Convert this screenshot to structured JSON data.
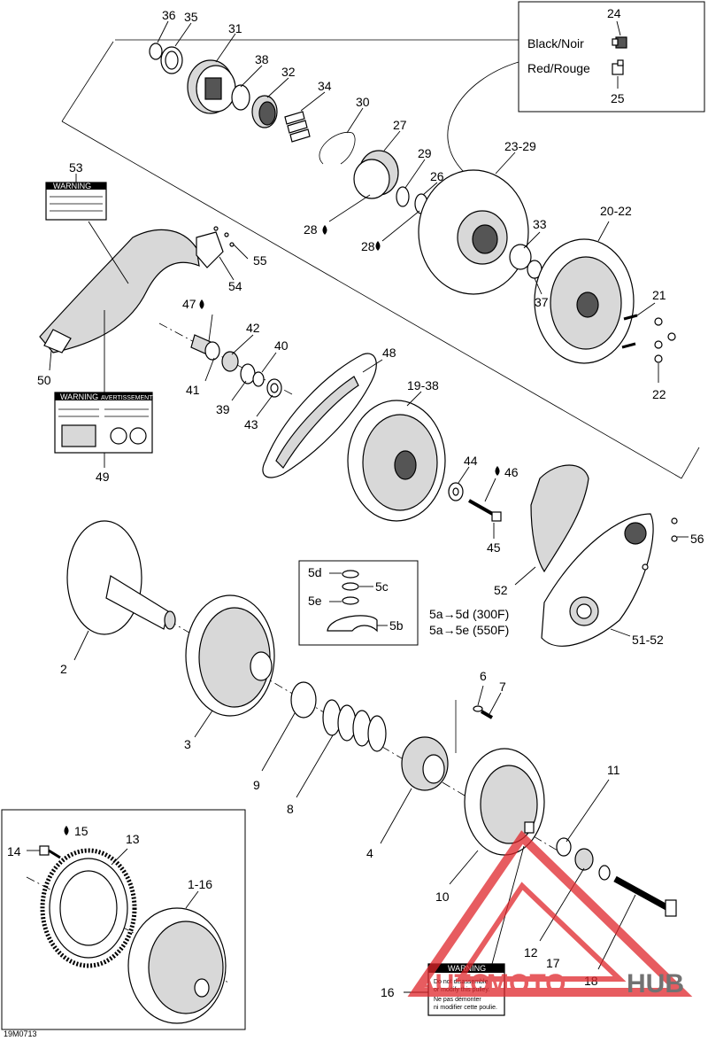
{
  "figure_id": "19M0713",
  "legend": {
    "black_label": "Black/Noir",
    "red_label": "Red/Rouge",
    "black_ref": "24",
    "red_ref": "25"
  },
  "callouts": {
    "c36": "36",
    "c35": "35",
    "c31": "31",
    "c38": "38",
    "c32": "32",
    "c34": "34",
    "c30": "30",
    "c27": "27",
    "c29": "29",
    "c26": "26",
    "c2329": "23-29",
    "c28a": "28",
    "c28b": "28",
    "c33": "33",
    "c2022": "20-22",
    "c37": "37",
    "c21": "21",
    "c22": "22",
    "c53": "53",
    "c55": "55",
    "c54": "54",
    "c47": "47",
    "c42": "42",
    "c40": "40",
    "c41": "41",
    "c39": "39",
    "c43": "43",
    "c48": "48",
    "c1938": "19-38",
    "c50": "50",
    "c49": "49",
    "c44": "44",
    "c46": "46",
    "c45": "45",
    "c56": "56",
    "c52": "52",
    "c5152": "51-52",
    "c2": "2",
    "c3": "3",
    "c9": "9",
    "c8": "8",
    "c4": "4",
    "c6": "6",
    "c7": "7",
    "c10": "10",
    "c11": "11",
    "c12": "12",
    "c17": "17",
    "c18": "18",
    "c14": "14",
    "c15": "15",
    "c13": "13",
    "c116": "1-16",
    "c16": "16"
  },
  "shim_box": {
    "c5d": "5d",
    "c5c": "5c",
    "c5e": "5e",
    "c5b": "5b",
    "note_300": "5a→5d (300F)",
    "note_550": "5a→5e (550F)"
  },
  "decals": {
    "top_warning": "WARNING",
    "mid_warning": "WARNING",
    "mid_avert": "AVERTISSEMENT",
    "bottom_warning": "WARNING",
    "bottom_line1": "Do not disassemble",
    "bottom_line2": "or modify this pulley.",
    "bottom_line3": "Ne pas démonter",
    "bottom_line4": "ni modifier cette poulie."
  },
  "watermark": {
    "part1": "AUTO",
    "part2": "MOTO",
    "part3": "HUB",
    "red": "#e0262b",
    "dark": "#444444"
  }
}
